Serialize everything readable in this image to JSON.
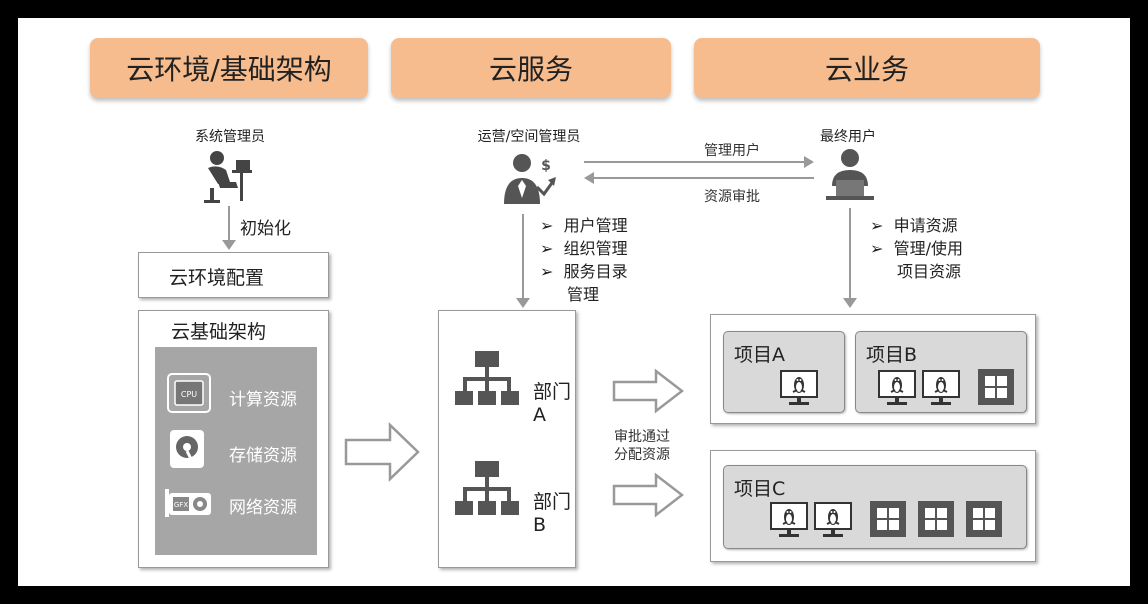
{
  "headers": [
    "云环境/基础架构",
    "云服务",
    "云业务"
  ],
  "roles": {
    "sysadmin": "系统管理员",
    "ops_admin": "运营/空间管理员",
    "end_user": "最终用户"
  },
  "left": {
    "init_label": "初始化",
    "config_box": "云环境配置",
    "infra_title": "云基础架构",
    "resources": [
      "计算资源",
      "存储资源",
      "网络资源"
    ],
    "icon_texts": [
      "CPU",
      "GFX"
    ]
  },
  "middle": {
    "bullets": [
      "用户管理",
      "组织管理",
      "服务目录",
      "管理"
    ],
    "departments": [
      "部门A",
      "部门B"
    ],
    "approve_label": [
      "审批通过",
      "分配资源"
    ]
  },
  "arrows": {
    "manage_users": "管理用户",
    "resource_approval": "资源审批"
  },
  "right": {
    "bullets": [
      "申请资源",
      "管理/使用",
      "项目资源"
    ],
    "projects": [
      "项目A",
      "项目B",
      "项目C"
    ]
  },
  "colors": {
    "header_fill": "#f6bc8e",
    "infra_fill": "#a6a6a6",
    "project_fill": "#d9d9d9",
    "icon_dark": "#555555"
  }
}
